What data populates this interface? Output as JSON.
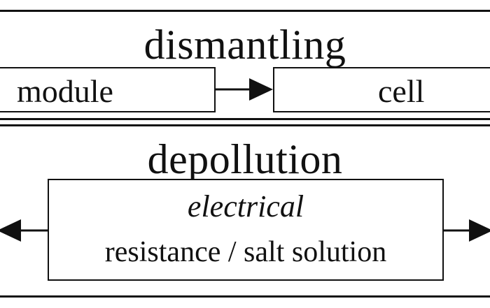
{
  "dismantling": {
    "title": "dismantling",
    "left_box": "module",
    "right_box": "cell"
  },
  "depollution": {
    "title": "depollution",
    "method_italic": "electrical",
    "method_detail": "resistance / salt solution"
  }
}
